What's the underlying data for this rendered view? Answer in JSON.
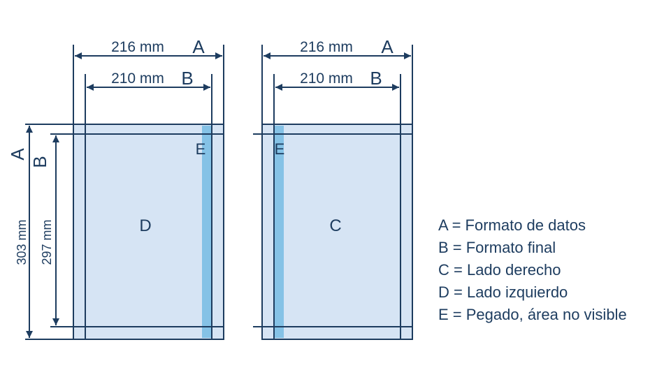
{
  "colors": {
    "line": "#1d3c5f",
    "page_fill": "#d6e4f4",
    "glue_fill": "#85c2e6",
    "background": "#ffffff"
  },
  "sheets": {
    "left": {
      "width_outer": "216 mm",
      "width_outer_label": "A",
      "width_inner": "210 mm",
      "width_inner_label": "B",
      "area_label": "D",
      "glue_label": "E"
    },
    "right": {
      "width_outer": "216 mm",
      "width_outer_label": "A",
      "width_inner": "210 mm",
      "width_inner_label": "B",
      "area_label": "C",
      "glue_label": "E"
    }
  },
  "heights": {
    "outer": "303 mm",
    "outer_label": "A",
    "inner": "297 mm",
    "inner_label": "B"
  },
  "legend": {
    "items": [
      "A = Formato de datos",
      "B = Formato final",
      "C = Lado derecho",
      "D = Lado izquierdo",
      "E = Pegado, área no visible"
    ]
  }
}
